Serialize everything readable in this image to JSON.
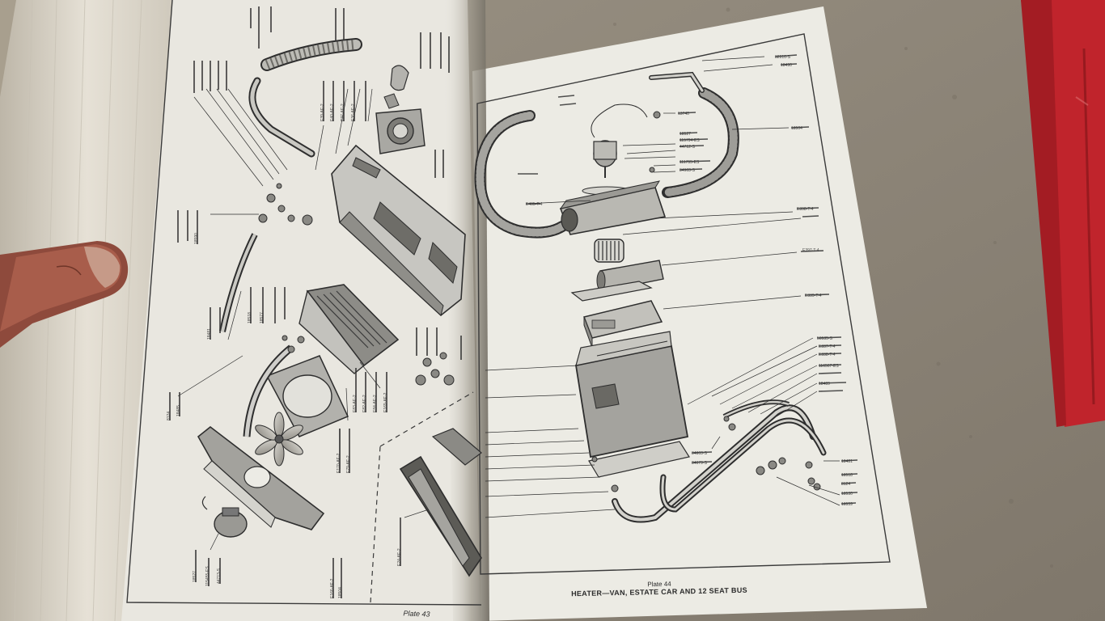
{
  "left_page": {
    "plate_label": "Plate 43",
    "part_numbers": [
      "E166-AE-2",
      "18504",
      "18527",
      "115455-ES",
      "44713-S",
      "E24-AE-2",
      "18518",
      "18577",
      "8124",
      "18485",
      "18481",
      "E83-AE-2",
      "E82-AE-2",
      "E84-AE-2",
      "E169-AE-2",
      "E170-AE-2",
      "E79-AE-2",
      "18590",
      "E39-AE-2",
      "E40-AE-2",
      "E37-AE-2",
      "E36-AE-2"
    ]
  },
  "right_page": {
    "plate_label": "Plate 44",
    "caption": "HEATER—VAN, ESTATE CAR AND 12 SEAT BUS",
    "part_numbers": [
      "32916-S",
      "18490",
      "18504",
      "13740",
      "18527",
      "115794-ES",
      "44712-S",
      "111755-ES",
      "34903-S",
      "E405-T-4",
      "E398-T-4",
      "E397-T-4",
      "E339-T-4",
      "50535-S",
      "E337-T-4",
      "E338-T-4",
      "116567-ES",
      "18489",
      "34803-S",
      "34079-S",
      "18481",
      "18518",
      "8124",
      "18530",
      "18559"
    ]
  },
  "colors": {
    "background": "#8c8478",
    "page": "#eceae3",
    "ink": "#2b2b2b",
    "red_book": "#c0242c"
  }
}
